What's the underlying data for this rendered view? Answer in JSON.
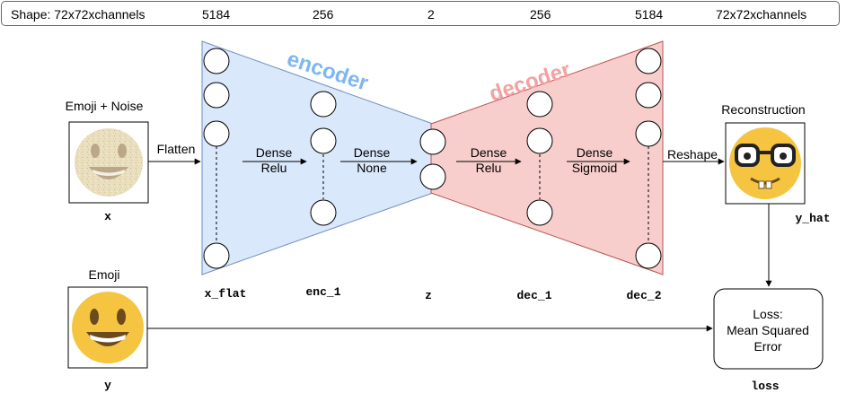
{
  "shape_bar": {
    "items": [
      "Shape:  72x72xchannels",
      "5184",
      "256",
      "2",
      "256",
      "5184",
      "72x72xchannels"
    ]
  },
  "titles": {
    "encoder": "encoder",
    "decoder": "decoder"
  },
  "inputs": {
    "noisy_label": "Emoji + Noise",
    "noisy_var": "x",
    "clean_label": "Emoji",
    "clean_var": "y"
  },
  "ops": {
    "flatten": "Flatten",
    "reshape": "Reshape",
    "dense1": [
      "Dense",
      "Relu"
    ],
    "dense2": [
      "Dense",
      "None"
    ],
    "dense3": [
      "Dense",
      "Relu"
    ],
    "dense4": [
      "Dense",
      "Sigmoid"
    ]
  },
  "layers": {
    "x_flat": "x_flat",
    "enc_1": "enc_1",
    "z": "z",
    "dec_1": "dec_1",
    "dec_2": "dec_2"
  },
  "output": {
    "label": "Reconstruction",
    "var": "y_hat"
  },
  "loss": {
    "lines": [
      "Loss:",
      "Mean Squared",
      "Error"
    ],
    "var": "loss"
  },
  "colors": {
    "encoder_fill": "#dae8fc",
    "encoder_stroke": "#6c8ebf",
    "encoder_title": "#7eb6f5",
    "decoder_fill": "#f8cecc",
    "decoder_stroke": "#b85450",
    "decoder_title": "#f4a0a0",
    "emoji_yellow": "#f5c542"
  }
}
